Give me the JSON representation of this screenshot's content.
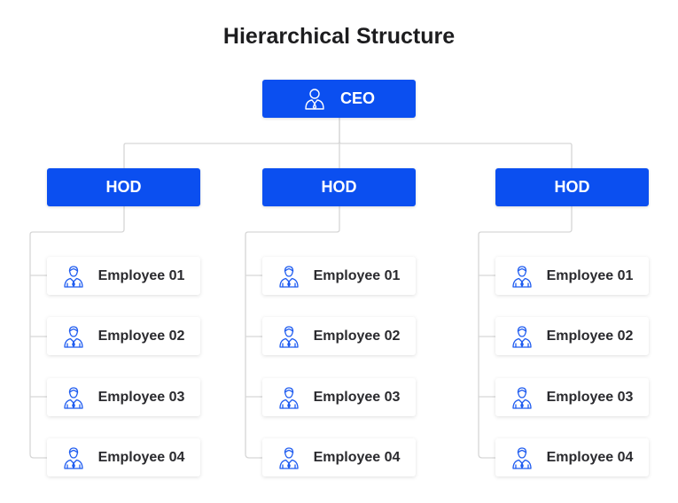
{
  "title": "Hierarchical Structure",
  "ceo": {
    "label": "CEO",
    "icon": "ceo-icon"
  },
  "departments": [
    {
      "label": "HOD",
      "employees": [
        "Employee 01",
        "Employee 02",
        "Employee 03",
        "Employee 04"
      ]
    },
    {
      "label": "HOD",
      "employees": [
        "Employee 01",
        "Employee 02",
        "Employee 03",
        "Employee 04"
      ]
    },
    {
      "label": "HOD",
      "employees": [
        "Employee 01",
        "Employee 02",
        "Employee 03",
        "Employee 04"
      ]
    }
  ],
  "colors": {
    "box": "#0b4ff0",
    "line": "#d6d6d6",
    "icon": "#1f5cf0"
  },
  "employee_icon": "employee-icon"
}
